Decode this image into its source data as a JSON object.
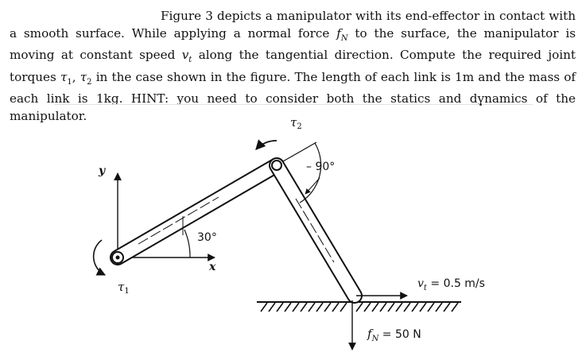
{
  "problem": {
    "p1": "Figure 3 depicts a manipulator with its end-effector in contact with a smooth surface. While applying a normal force ",
    "fN_sym": "f",
    "fN_sub": "N",
    "p2": " to the surface, the manipulator is moving at constant speed ",
    "vt_sym": "v",
    "vt_sub": "t",
    "p3": " along the tangential direction. Compute the required joint torques ",
    "tau_sym1": "τ",
    "tau_sub1": "1",
    "sep": ", ",
    "tau_sym2": "τ",
    "tau_sub2": "2",
    "p4": " in the case shown in the figure. The length of each link is 1m and the mass of each link is 1kg. HINT: you need to consider both the statics and dynamics of the manipulator."
  },
  "figure": {
    "y_axis": "y",
    "x_axis": "x",
    "angle1": "30°",
    "angle2": "– 90°",
    "tau1": "τ",
    "tau1_sub": "1",
    "tau2": "τ",
    "tau2_sub": "2",
    "vt_label": "v",
    "vt_sub": "t",
    "vt_value": " = 0.5 m/s",
    "fN_label": "f",
    "fN_sub": "N",
    "fN_value": " = 50 N"
  }
}
